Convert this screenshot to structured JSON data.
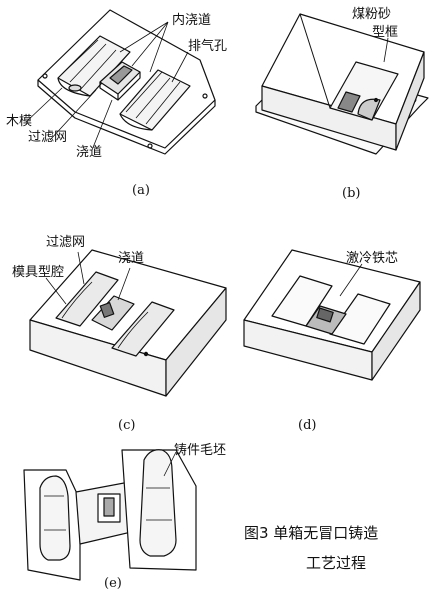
{
  "figure": {
    "caption_line1": "图3   单箱无冒口铸造",
    "caption_line2": "工艺过程"
  },
  "panels": {
    "a": {
      "sublabel": "(a)",
      "labels": {
        "inner_sprue": "内浇道",
        "vent_hole": "排气孔",
        "wood_pattern": "木模",
        "filter_mesh": "过滤网",
        "runner": "浇道"
      }
    },
    "b": {
      "sublabel": "(b)",
      "labels": {
        "coal_sand": "煤粉砂",
        "flask": "型框"
      }
    },
    "c": {
      "sublabel": "(c)",
      "labels": {
        "filter_mesh": "过滤网",
        "runner": "浇道",
        "mold_cavity": "模具型腔"
      }
    },
    "d": {
      "sublabel": "(d)",
      "labels": {
        "chill_core": "激冷铁芯"
      }
    },
    "e": {
      "sublabel": "(e)",
      "labels": {
        "casting_blank": "铸件毛坯"
      }
    }
  }
}
